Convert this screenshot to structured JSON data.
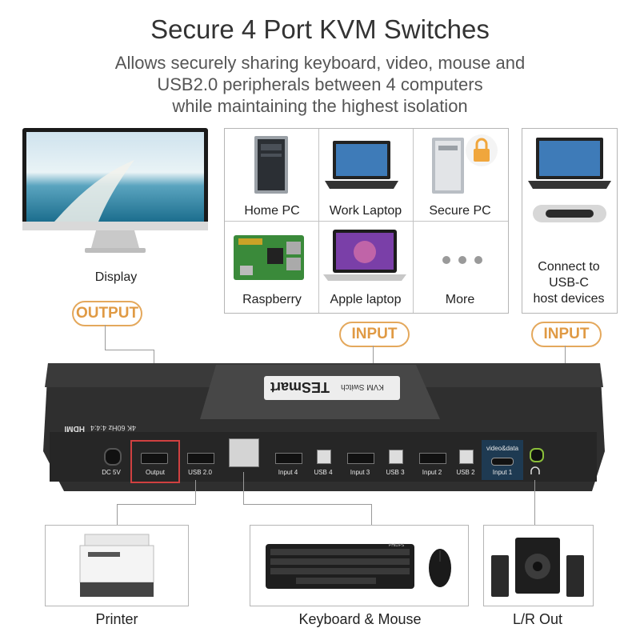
{
  "header": {
    "title": "Secure 4 Port KVM Switches",
    "subtitle_lines": [
      "Allows securely sharing keyboard, video, mouse and",
      "USB2.0 peripherals between 4 computers",
      "while maintaining the highest isolation"
    ]
  },
  "top": {
    "display_label": "Display",
    "grid": [
      {
        "label": "Home PC",
        "icon": "desktop-tower-icon"
      },
      {
        "label": "Work Laptop",
        "icon": "laptop-icon"
      },
      {
        "label": "Secure PC",
        "icon": "locked-desktop-icon"
      },
      {
        "label": "Raspberry",
        "icon": "raspberry-pi-board-icon"
      },
      {
        "label": "Apple laptop",
        "icon": "macbook-icon"
      },
      {
        "label": "More",
        "icon": "ellipsis-icon"
      }
    ],
    "usbc_lines": [
      "Connect to",
      "USB-C",
      "host devices"
    ]
  },
  "badges": {
    "output": "OUTPUT",
    "input": "INPUT"
  },
  "device": {
    "brand": "TESmart",
    "model_tag": "KVM Switch",
    "hdmi_tag": "HDMI",
    "res_tag": "4K 60Hz 4:4:4",
    "ports": {
      "dc": "DC 5V",
      "output": "Output",
      "usb20": "USB 2.0",
      "input4": "Input 4",
      "usb4": "USB 4",
      "input3": "Input 3",
      "usb3": "USB 3",
      "input2": "Input 2",
      "usb2": "USB 2",
      "videodata": "video&data",
      "input1": "Input 1"
    }
  },
  "bottom": {
    "printer": "Printer",
    "keyboard_mouse": "Keyboard & Mouse",
    "speakers": "L/R Out",
    "keyboard_brand": "PHILIPS"
  },
  "colors": {
    "accent": "#e4a85c",
    "device": "#2f2f2f",
    "output_highlight": "#d04040",
    "usbc_highlight": "#1e3a52"
  }
}
